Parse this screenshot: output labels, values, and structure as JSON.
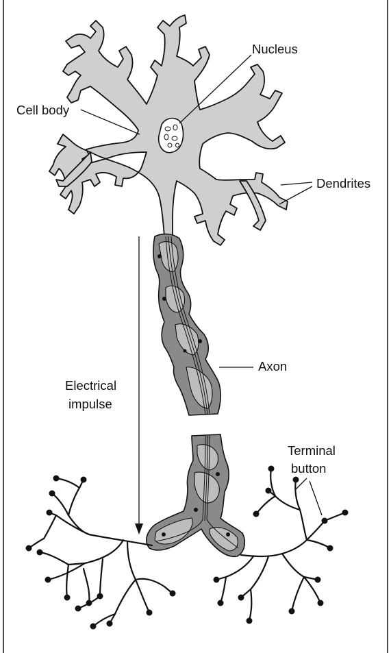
{
  "labels": {
    "nucleus": "Nucleus",
    "cell_body": "Cell body",
    "dendrites": "Dendrites",
    "axon": "Axon",
    "impulse_line1": "Electrical",
    "impulse_line2": "impulse",
    "terminal_line1": "Terminal",
    "terminal_line2": "button"
  },
  "colors": {
    "cell_fill": "#cfcfcf",
    "myelin_fill": "#8a8a8a",
    "outline": "#111111"
  }
}
